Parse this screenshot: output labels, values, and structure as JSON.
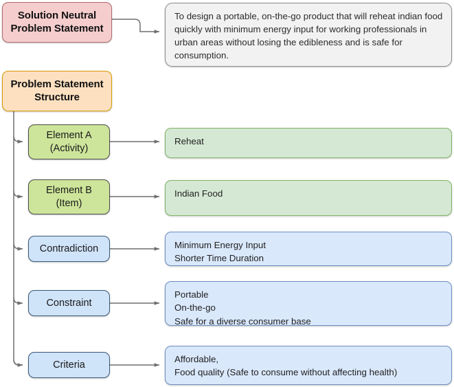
{
  "diagram": {
    "title_nodes": {
      "solution_neutral": "Solution Neutral\nProblem Statement",
      "structure": "Problem Statement\nStructure"
    },
    "statement": "To design a portable, on-the-go product that will reheat indian food quickly with minimum energy input for working professionals in urban areas without losing the edibleness and is safe for consumption.",
    "rows": [
      {
        "id": "element-a",
        "label": "Element A\n(Activity)",
        "content": "Reheat",
        "label_color": "#cde59a",
        "content_color": "#d5e8d4"
      },
      {
        "id": "element-b",
        "label": "Element B\n(Item)",
        "content": "Indian Food",
        "label_color": "#cde59a",
        "content_color": "#d5e8d4"
      },
      {
        "id": "contradiction",
        "label": "Contradiction",
        "content": "Minimum Energy Input\nShorter Time Duration",
        "label_color": "#cfe3f9",
        "content_color": "#dae8fc"
      },
      {
        "id": "constraint",
        "label": "Constraint",
        "content": "Portable\nOn-the-go\nSafe for a diverse consumer base",
        "label_color": "#cfe3f9",
        "content_color": "#dae8fc"
      },
      {
        "id": "criteria",
        "label": "Criteria",
        "content": "Affordable,\nFood quality (Safe to consume without affecting health)",
        "label_color": "#cfe3f9",
        "content_color": "#dae8fc"
      }
    ],
    "colors": {
      "solution_neutral_fill": "#f5cdcd",
      "structure_fill": "#fce0c0",
      "statement_fill": "#f2f2f2",
      "connector": "#6e6e6e"
    }
  }
}
